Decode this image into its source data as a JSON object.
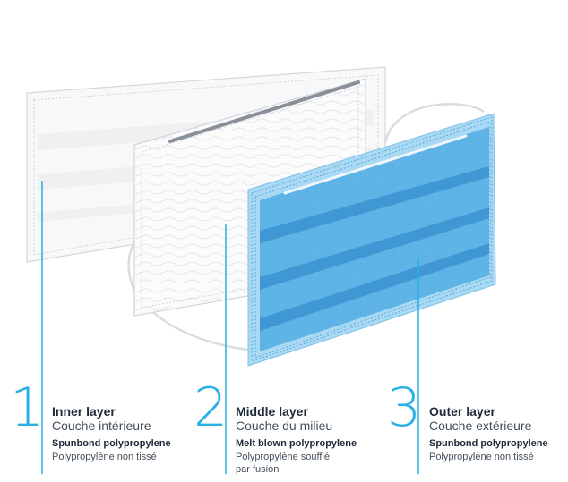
{
  "colors": {
    "accent": "#29aee6",
    "outer_layer_blue": "#5eb4e6",
    "outer_layer_dark": "#3d97d2",
    "text_dark": "#1c2a3a",
    "text_grey": "#44505c"
  },
  "layers": [
    {
      "number": "1",
      "name_en": "Inner layer",
      "name_fr": "Couche intérieure",
      "material_en": "Spunbond polypropylene",
      "material_fr": "Polypropylène non tissé"
    },
    {
      "number": "2",
      "name_en": "Middle layer",
      "name_fr": "Couche du milieu",
      "material_en": "Melt blown polypropylene",
      "material_fr": "Polypropylène soufflé par fusion"
    },
    {
      "number": "3",
      "name_en": "Outer layer",
      "name_fr": "Couche extérieure",
      "material_en": "Spunbond polypropylene",
      "material_fr": "Polypropylène non tissé"
    }
  ]
}
